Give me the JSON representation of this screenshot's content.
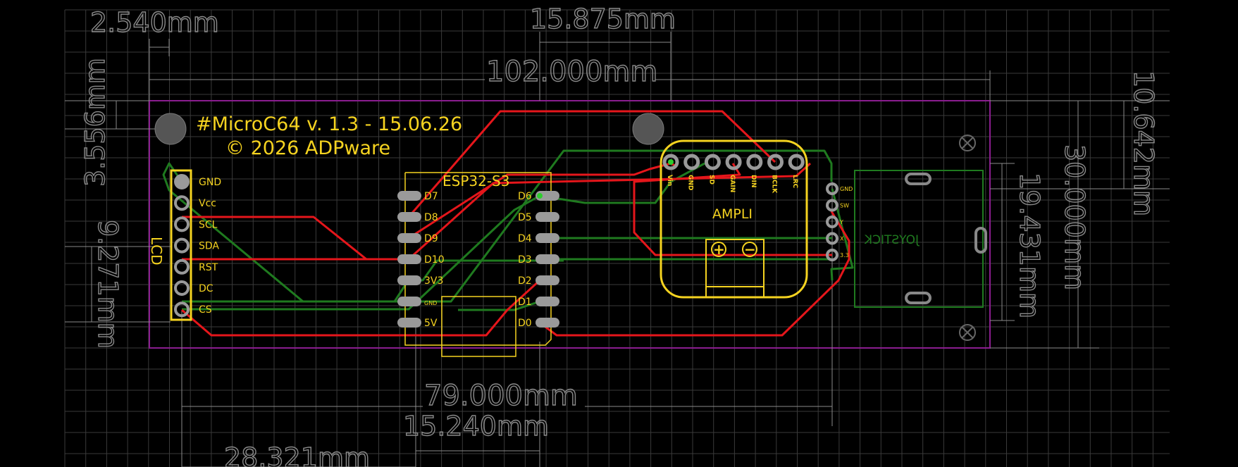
{
  "title": "#MicroC64 v. 1.3 - 15.06.26",
  "copyright": "© 2026 ADPware",
  "colors": {
    "background": "#000000",
    "grid": "#3a3a3a",
    "board_outline": "#8a1d8f",
    "silkscreen": "#f5d320",
    "trace_top": "#e5161b",
    "trace_bottom": "#1f7a1f",
    "pad": "#9a9a9a",
    "dimension": "#8a8a8a"
  },
  "dimensions": {
    "d1": "2.540mm",
    "d2": "15.875mm",
    "d3": "102.000mm",
    "d4": "3.556mm",
    "d5": "10.642mm",
    "d6": "30.000mm",
    "d7": "19.431mm",
    "d8": "9.271mm",
    "d9": "79.000mm",
    "d10": "15.240mm",
    "d11": "28.321mm"
  },
  "lcd": {
    "label": "LCD",
    "pins": [
      "GND",
      "Vcc",
      "SCL",
      "SDA",
      "RST",
      "DC",
      "CS"
    ]
  },
  "esp32": {
    "label": "ESP32-S3",
    "left_pins": [
      "D7",
      "D8",
      "D9",
      "D10",
      "3V3",
      "GND",
      "5V"
    ],
    "right_pins": [
      "D6",
      "D5",
      "D4",
      "D3",
      "D2",
      "D1",
      "D0"
    ]
  },
  "ampli": {
    "label": "AMPLI",
    "pins": [
      "Vin",
      "GND",
      "SD",
      "GAIN",
      "DIN",
      "BCLK",
      "LRC"
    ],
    "plus": "+",
    "minus": "−"
  },
  "joystick": {
    "label": "JOYSTICK",
    "pins": [
      "GND",
      "SW",
      "Y",
      "X",
      "3.3"
    ]
  }
}
